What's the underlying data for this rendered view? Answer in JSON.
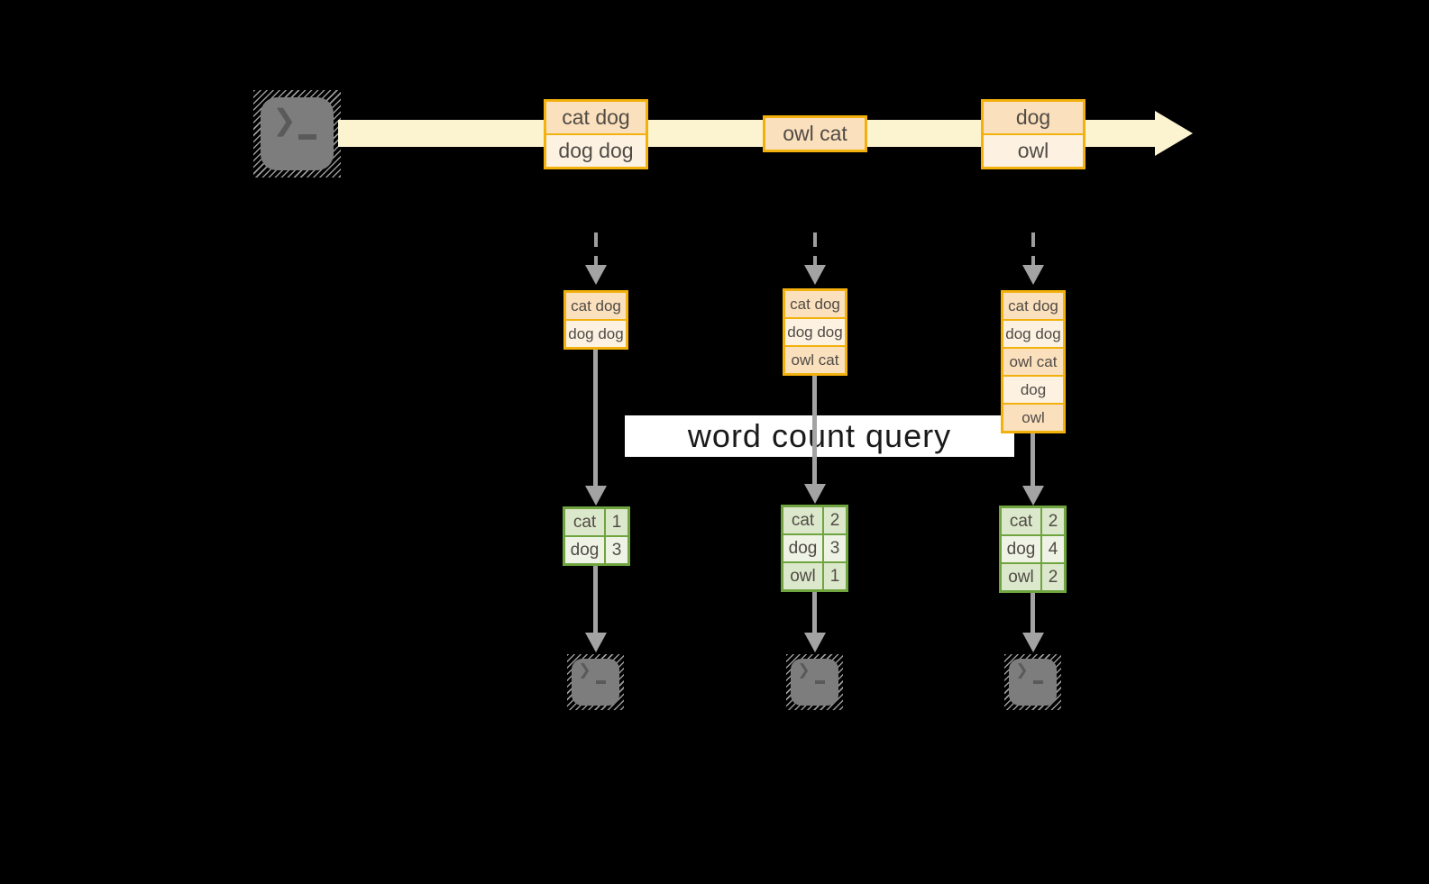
{
  "query_label": "word count query",
  "stream_batches": [
    {
      "rows": [
        "cat dog",
        "dog dog"
      ]
    },
    {
      "rows": [
        "owl cat"
      ]
    },
    {
      "rows": [
        "dog",
        "owl"
      ]
    }
  ],
  "micro_batches": [
    {
      "rows": [
        "cat dog",
        "dog dog"
      ]
    },
    {
      "rows": [
        "cat dog",
        "dog dog",
        "owl cat"
      ]
    },
    {
      "rows": [
        "cat dog",
        "dog dog",
        "owl cat",
        "dog",
        "owl"
      ]
    }
  ],
  "count_tables": [
    {
      "rows": [
        [
          "cat",
          "1"
        ],
        [
          "dog",
          "3"
        ]
      ]
    },
    {
      "rows": [
        [
          "cat",
          "2"
        ],
        [
          "dog",
          "3"
        ],
        [
          "owl",
          "1"
        ]
      ]
    },
    {
      "rows": [
        [
          "cat",
          "2"
        ],
        [
          "dog",
          "4"
        ],
        [
          "owl",
          "2"
        ]
      ]
    }
  ],
  "icons": {
    "source": "terminal-icon",
    "sinks": [
      "terminal-icon",
      "terminal-icon",
      "terminal-icon"
    ]
  },
  "colors": {
    "background": "#000000",
    "stream_band": "#FCF3D0",
    "record_border": "#F2B10C",
    "record_fill_dark": "#FBE0BE",
    "record_fill_light": "#FDF2E2",
    "table_border": "#6FA43F",
    "table_cell_dark": "#DCE8CC",
    "table_cell_light": "#EEF3E6",
    "arrow_gray": "#A3A3A3",
    "terminal_gray": "#7D7D7D",
    "query_band": "#FFFFFF",
    "text": "#504B45"
  }
}
